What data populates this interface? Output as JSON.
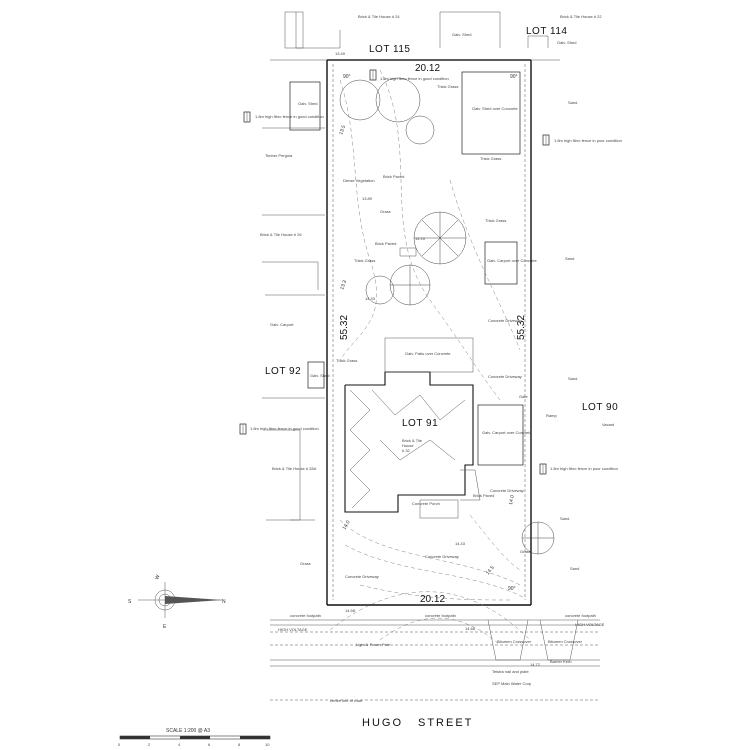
{
  "lots": {
    "lot_115": "LOT 115",
    "lot_114": "LOT 114",
    "lot_92": "LOT 92",
    "lot_91": "LOT 91",
    "lot_90": "LOT 90"
  },
  "dimensions": {
    "top": "20.12",
    "bottom": "20.12",
    "left": "55.32",
    "right": "55.32",
    "angle_tl": "90°",
    "angle_tr": "90°",
    "angle_br": "90°",
    "seg_left_top": "13.5",
    "seg_left_mid": "13.3",
    "seg_left_low": "14.0",
    "seg_right_low": "14.0",
    "seg_bottom_right": "14.5"
  },
  "street": {
    "word1": "HUGO",
    "word2": "STREET",
    "centre_line": "centre line of road",
    "high_voltage_left": "HIGH VOLTAGE",
    "high_voltage_right": "HIGH VOLTAGE",
    "footpath_left": "concrete footpath",
    "footpath_mid": "concrete footpath",
    "footpath_right": "concrete footpath",
    "light_pole": "Light & Power Pole",
    "bitumen_1": "Bitumen Crossover",
    "bitumen_2": "Bitumen Crossover",
    "telstra": "Telstra nail and plate",
    "water": "SEP Main Water Corp",
    "kerb": "Barrier Kerb"
  },
  "site_labels": {
    "shed_top_left": "Galv. Shed",
    "shed_top_right": "Galv. Shed",
    "shed_lot114": "Galv. Shed",
    "shed_lot92": "Galv. Shed",
    "brick_shed": "Galv. Shed over Concrete",
    "carport_right": "Galv. Carport over Concrete",
    "carport_lower": "Galv. Carport over Concrete",
    "galv_patio": "Galv. Patio over Concrete",
    "house_91_line1": "Brick & Tile",
    "house_91_line2": "House",
    "house_91_line3": "# 32",
    "thick_grass_1": "Thick Grass",
    "thick_grass_2": "Thick Grass",
    "thick_grass_3": "Thick Grass",
    "thick_grass_4": "Thick Grass",
    "thick_grass_5": "Thick Grass",
    "grass_1": "Grass",
    "grass_2": "Grass",
    "grass_3": "Grass",
    "sand_1": "Sand",
    "sand_2": "Sand",
    "sand_3": "Sand",
    "sand_4": "Sand",
    "sand_5": "Sand",
    "dense_veg": "Dense Vegetation",
    "concrete_drive_1": "Concrete Driveway",
    "concrete_drive_2": "Concrete Driveway",
    "concrete_drive_3": "Concrete Driveway",
    "concrete_drive_4": "Concrete Driveway",
    "concrete_drive_5": "Concrete Driveway",
    "brick_paved_1": "Brick Paved",
    "brick_paved_2": "Brick Paved",
    "brick_paved_3": "Brick Paved",
    "concrete_porch": "Concrete Porch",
    "ramp": "Ramp",
    "gate": "Gate",
    "timber_pergola": "Timber Pergola",
    "galv_carport_left": "Galv. Carport",
    "vacant": "Vacant",
    "house_left_top": "Brick & Tile House # 24",
    "house_left_mid": "Brick & Tile House # 26",
    "house_left_low": "Brick & Tile House # 28A",
    "house_right_top": "Brick & Tile House # 22",
    "fence_1": "1.8m high fibro fence in good condition",
    "fence_2": "1.8m high fibro fence in good condition",
    "fence_3": "1.8m high fibro fence in poor condition",
    "fence_4": "1.8m high fibro fence in good condition",
    "fence_5": "1.8m high fibro fence in poor condition",
    "level_1": "13.49",
    "level_2": "13.89",
    "level_3": "14.10",
    "level_4": "14.33",
    "level_5": "14.43",
    "level_6": "14.58",
    "level_7": "14.66",
    "level_8": "14.72"
  },
  "compass": {
    "n": "N",
    "s": "S",
    "e": "E",
    "w": "W"
  },
  "scale": {
    "label": "SCALE 1:200 @ A3",
    "ticks": [
      "0",
      "2",
      "4",
      "6",
      "8",
      "10"
    ]
  }
}
